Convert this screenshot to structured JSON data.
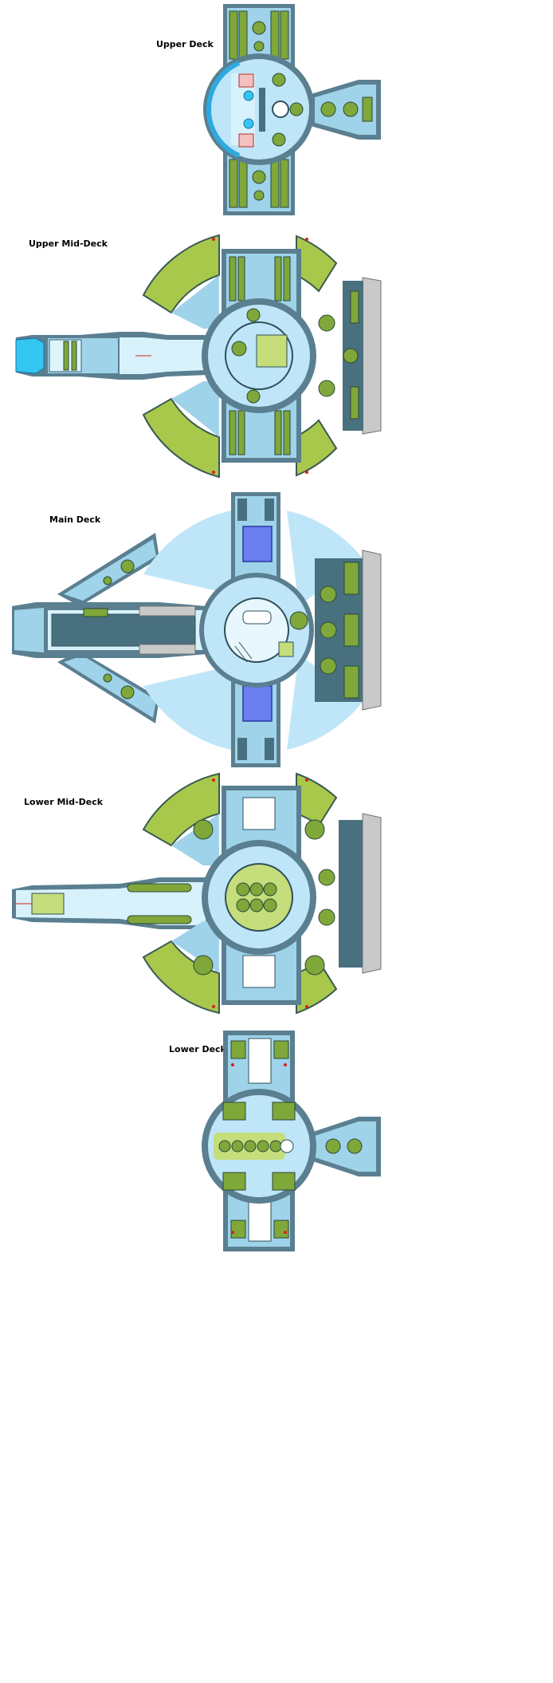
{
  "decks": [
    {
      "label": "Upper Deck"
    },
    {
      "label": "Upper Mid-Deck"
    },
    {
      "label": "Main Deck"
    },
    {
      "label": "Lower Mid-Deck"
    },
    {
      "label": "Lower Deck"
    }
  ],
  "colors": {
    "hull": "#5a7f90",
    "floor": "#bfe6f8",
    "olive": "#a8c84c",
    "equipment": "#7fa73a",
    "accent_blue": "#6a7ef0",
    "marker_red": "#d62020"
  }
}
